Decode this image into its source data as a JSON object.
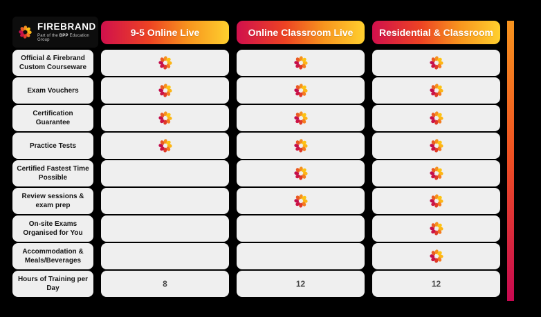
{
  "logo": {
    "brand": "FIREBRAND",
    "tagline_prefix": "Part of the ",
    "tagline_bold": "BPP",
    "tagline_suffix": " Education Group"
  },
  "columns": [
    "9-5 Online Live",
    "Online Classroom Live",
    "Residential & Classroom"
  ],
  "rows": [
    {
      "label": "Official & Firebrand Custom Courseware",
      "cells": [
        "flame",
        "flame",
        "flame"
      ]
    },
    {
      "label": "Exam Vouchers",
      "cells": [
        "flame",
        "flame",
        "flame"
      ]
    },
    {
      "label": "Certification Guarantee",
      "cells": [
        "flame",
        "flame",
        "flame"
      ]
    },
    {
      "label": "Practice Tests",
      "cells": [
        "flame",
        "flame",
        "flame"
      ]
    },
    {
      "label": "Certified Fastest Time Possible",
      "cells": [
        "",
        "flame",
        "flame"
      ]
    },
    {
      "label": "Review sessions & exam prep",
      "cells": [
        "",
        "flame",
        "flame"
      ]
    },
    {
      "label": "On-site Exams Organised for You",
      "cells": [
        "",
        "",
        "flame"
      ]
    },
    {
      "label": "Accommodation & Meals/Beverages",
      "cells": [
        "",
        "",
        "flame"
      ]
    },
    {
      "label": "Hours of Training per Day",
      "cells": [
        "8",
        "12",
        "12"
      ]
    }
  ],
  "icons": {
    "flame": "firebrand-flame-icon"
  },
  "colors": {
    "background": "#000000",
    "cell_background": "#efefef",
    "header_gradient": [
      "#d0104c",
      "#ed4323",
      "#f7941e",
      "#ffd02e"
    ],
    "edge_bar_gradient": [
      "#f7941e",
      "#f05122",
      "#c70851"
    ],
    "label_text": "#141414",
    "number_text": "#4a4a4a"
  }
}
